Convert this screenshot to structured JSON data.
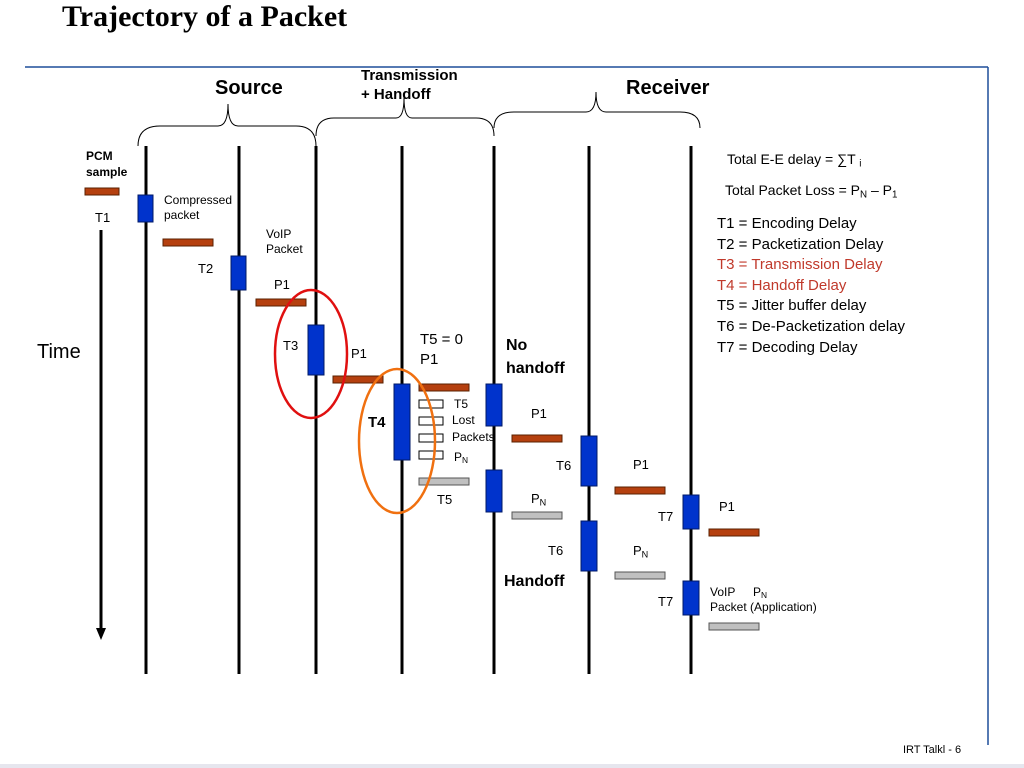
{
  "title": "Trajectory of a Packet",
  "headers": {
    "source": "Source",
    "transmission_line1": "Transmission",
    "transmission_line2": "+ Handoff",
    "receiver": "Receiver"
  },
  "time_label": "Time",
  "labels": {
    "pcm_line1": "PCM",
    "pcm_line2": "sample",
    "t1": "T1",
    "compressed_line1": "Compressed",
    "compressed_line2": "packet",
    "voip_line1": "VoIP",
    "voip_line2": "Packet",
    "t2": "T2",
    "p1_a": "P1",
    "t3": "T3",
    "p1_b": "P1",
    "t4": "T4",
    "t5_zero": "T5 = 0",
    "p1_c": "P1",
    "no_handoff_line1": "No",
    "no_handoff_line2": "handoff",
    "t5_a": "T5",
    "lost": "Lost",
    "packets": "Packets",
    "pn_a_base": "P",
    "pn_a_sub": "N",
    "t5_b": "T5",
    "p1_d": "P1",
    "t6_a": "T6",
    "p1_e": "P1",
    "pn_b_base": "P",
    "pn_b_sub": "N",
    "t7_a": "T7",
    "p1_f": "P1",
    "t6_b": "T6",
    "pn_c_base": "P",
    "pn_c_sub": "N",
    "handoff": "Handoff",
    "t7_b": "T7",
    "voip_app_line1": "VoIP",
    "pn_d_base": "P",
    "pn_d_sub": "N",
    "voip_app_line2": "Packet (Application)"
  },
  "formulas": {
    "total_delay_prefix": "Total E-E delay = ∑T",
    "total_delay_sub": "i",
    "total_loss_prefix": "Total  Packet Loss = P",
    "total_loss_sub1": "N",
    "total_loss_mid": " – P",
    "total_loss_sub2": "1"
  },
  "legend": [
    "T1 = Encoding Delay",
    "T2 = Packetization Delay",
    "T3 = Transmission Delay",
    "T4 = Handoff Delay",
    "T5 = Jitter buffer delay",
    "T6 = De-Packetization delay",
    "T7 = Decoding Delay"
  ],
  "footer": "IRT Talkl - 6",
  "colors": {
    "line": "#000000",
    "process_box": "#0033cc",
    "packet_p1": "#b5400f",
    "packet_pn": "#c0c0c0",
    "circle_red": "#e01010",
    "circle_orange": "#f07010",
    "accent_text": "#c0392b",
    "frame": "#1f4e9a"
  }
}
